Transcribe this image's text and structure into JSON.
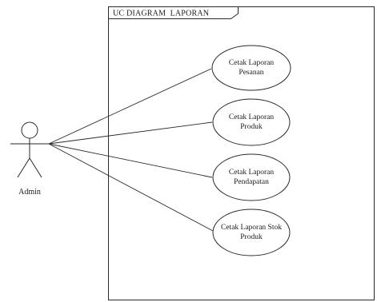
{
  "diagram": {
    "frame_title": "UC DIAGRAM  LAPORAN",
    "actor": {
      "name": "Admin"
    },
    "use_cases": [
      {
        "line1": "Cetak Laporan",
        "line2": "Pesanan"
      },
      {
        "line1": "Cetak Laporan",
        "line2": "Produk"
      },
      {
        "line1": "Cetak Laporan",
        "line2": "Pendapatan"
      },
      {
        "line1": "Cetak Laporan Stok",
        "line2": "Produk"
      }
    ]
  }
}
